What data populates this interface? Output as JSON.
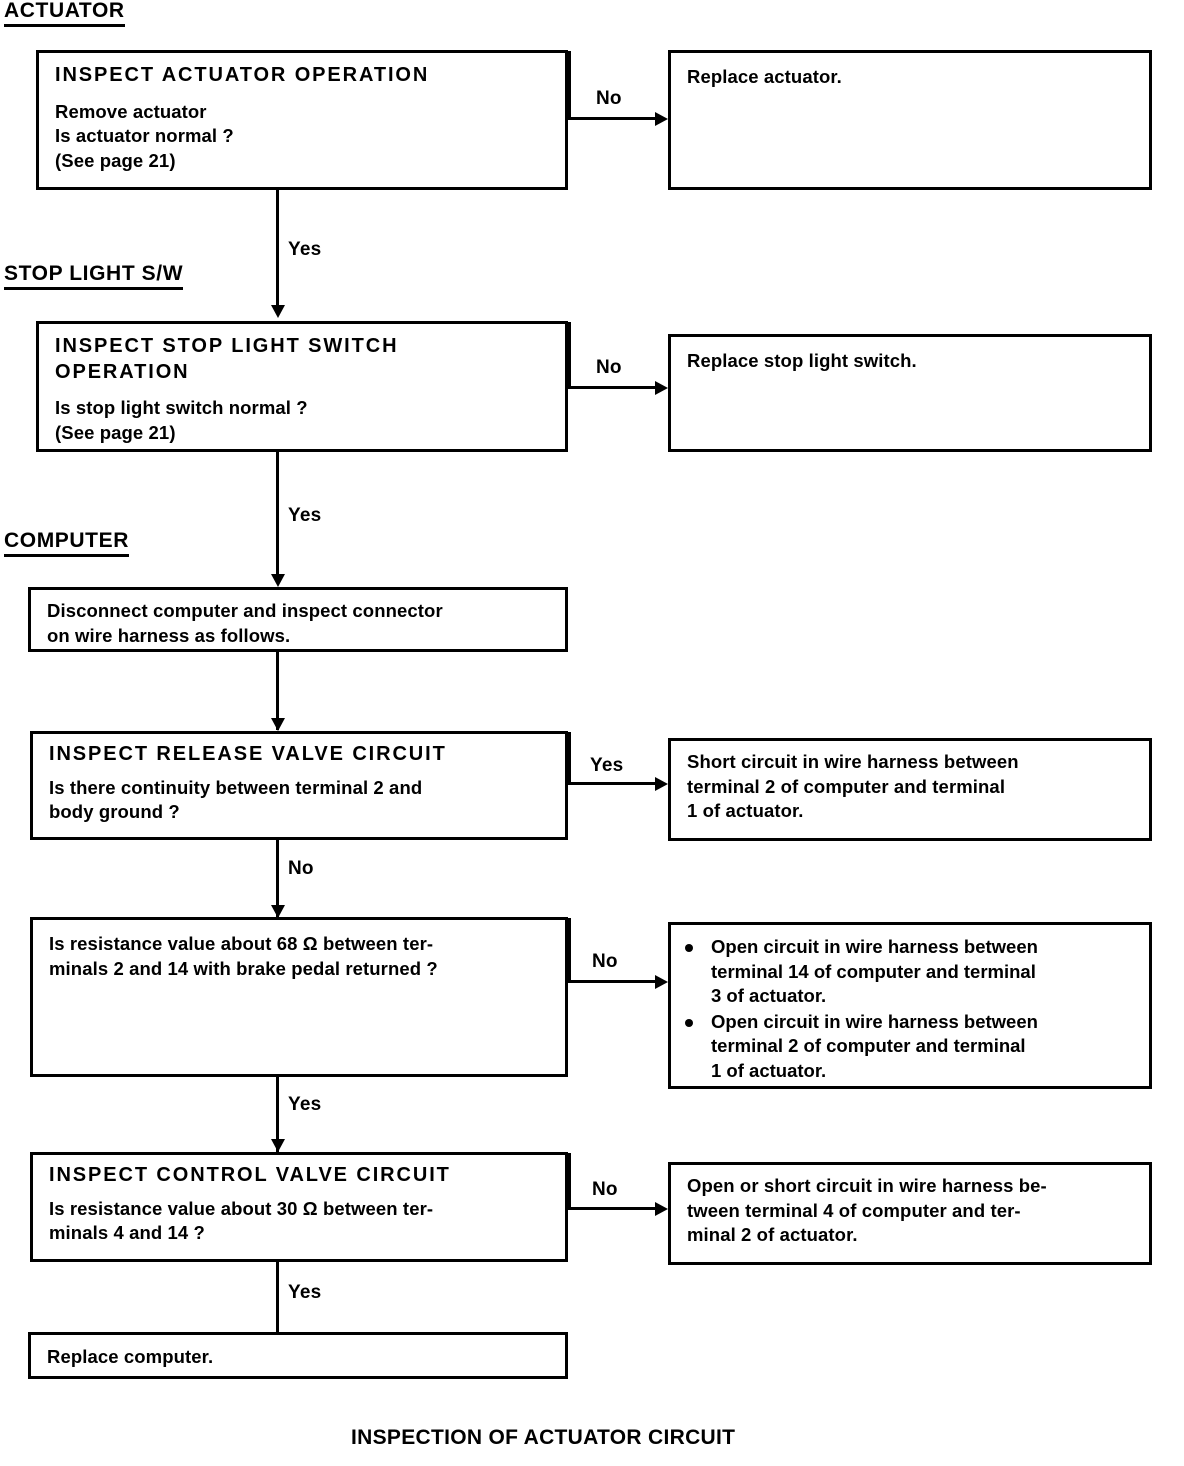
{
  "document": {
    "caption": "INSPECTION OF ACTUATOR CIRCUIT"
  },
  "sections": [
    {
      "id": "actuator",
      "label": "ACTUATOR"
    },
    {
      "id": "stop-light-sw",
      "label": "STOP  LIGHT  S/W"
    },
    {
      "id": "computer",
      "label": "COMPUTER"
    }
  ],
  "edge_labels": {
    "actuator_no": "No",
    "actuator_yes": "Yes",
    "stoplight_no": "No",
    "stoplight_yes": "Yes",
    "release_yes": "Yes",
    "release_no": "No",
    "resistance68_no": "No",
    "resistance68_yes": "Yes",
    "control_no": "No",
    "control_yes": "Yes"
  },
  "nodes": {
    "inspect_actuator": {
      "title": "INSPECT ACTUATOR OPERATION",
      "body": "Remove actuator\nIs actuator normal ?\n(See page  21)"
    },
    "replace_actuator": {
      "body": "Replace actuator."
    },
    "inspect_stop_light": {
      "title": "INSPECT STOP LIGHT SWITCH\nOPERATION",
      "body": "Is stop light switch normal ?\n(See page 21)"
    },
    "replace_stop_light": {
      "body": "Replace stop light switch."
    },
    "disconnect_computer": {
      "body": "Disconnect computer and inspect connector\non wire harness as follows."
    },
    "inspect_release_valve": {
      "title": "INSPECT RELEASE VALVE CIRCUIT",
      "body": "Is there continuity between terminal 2 and\nbody ground ?"
    },
    "short_circuit_release": {
      "body": "Short circuit in wire harness between\nterminal 2 of computer and terminal\n1 of actuator."
    },
    "resistance_68": {
      "body": "Is resistance value about 68 Ω between ter-\nminals 2 and 14 with brake pedal returned ?"
    },
    "open_circuit_list": {
      "bullets": [
        "Open circuit in wire harness between\nterminal 14 of computer and terminal\n3 of actuator.",
        "Open circuit in wire harness between\nterminal 2 of computer and terminal\n1 of actuator."
      ]
    },
    "inspect_control_valve": {
      "title": "INSPECT CONTROL VALVE CIRCUIT",
      "body": "Is resistance value about 30 Ω between ter-\nminals 4 and 14 ?"
    },
    "open_short_control": {
      "body": "Open or short circuit in wire harness be-\ntween terminal 4 of computer and ter-\nminal 2 of actuator."
    },
    "replace_computer": {
      "body": "Replace computer."
    }
  }
}
